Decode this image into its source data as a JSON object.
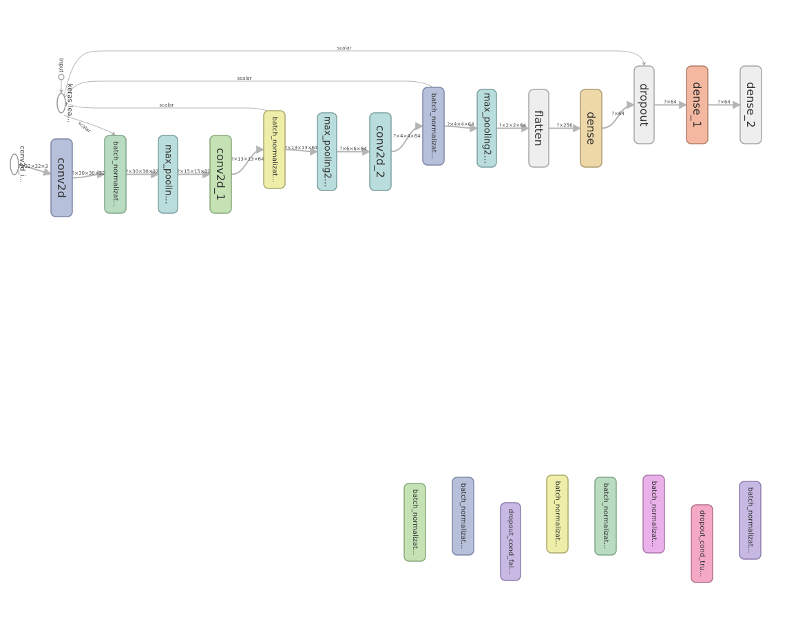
{
  "colors": {
    "edge": "#b5b5b5",
    "stroke": "#8a8a8a"
  },
  "nodes": [
    {
      "id": "conv2d_input",
      "label": "conv2d_i...",
      "kind": "ellipse"
    },
    {
      "id": "input",
      "label": "input",
      "kind": "small-circle"
    },
    {
      "id": "keras_learning",
      "label": "keras_lea...",
      "kind": "ellipse"
    },
    {
      "id": "conv2d",
      "label": "conv2d",
      "fill": "#b6c0db",
      "stroke": "#7e87a6"
    },
    {
      "id": "bn",
      "label": "batch_normalizat...",
      "fill": "#b9dcc0",
      "stroke": "#7ea587"
    },
    {
      "id": "max_pool",
      "label": "max_poolin...",
      "fill": "#b9dcdc",
      "stroke": "#7ea0a0"
    },
    {
      "id": "conv2d_1",
      "label": "conv2d_1",
      "fill": "#c4e2b4",
      "stroke": "#88a77a"
    },
    {
      "id": "bn_1",
      "label": "batch_normalizat...",
      "fill": "#eeeea8",
      "stroke": "#aaa86e"
    },
    {
      "id": "max_pool_1",
      "label": "max_pooling2...",
      "fill": "#b9dcdc",
      "stroke": "#7ea0a0"
    },
    {
      "id": "conv2d_2",
      "label": "conv2d_2",
      "fill": "#b9dcdc",
      "stroke": "#7ea0a0"
    },
    {
      "id": "bn_2",
      "label": "batch_normalizat...",
      "fill": "#b6c0db",
      "stroke": "#7e87a6"
    },
    {
      "id": "max_pool_2",
      "label": "max_pooling2...",
      "fill": "#b9dcdc",
      "stroke": "#7ea0a0"
    },
    {
      "id": "flatten",
      "label": "flatten",
      "fill": "#eeeeee",
      "stroke": "#a6a6a6"
    },
    {
      "id": "dense",
      "label": "dense",
      "fill": "#eed8a8",
      "stroke": "#ab9a6e"
    },
    {
      "id": "dropout",
      "label": "dropout",
      "fill": "#eeeeee",
      "stroke": "#a6a6a6"
    },
    {
      "id": "dense_1",
      "label": "dense_1",
      "fill": "#f4b8a0",
      "stroke": "#b17e69"
    },
    {
      "id": "dense_2",
      "label": "dense_2",
      "fill": "#eeeeee",
      "stroke": "#a6a6a6"
    },
    {
      "id": "aux_bn_a",
      "label": "batch_normalizat...",
      "fill": "#c4e2b4",
      "stroke": "#88a77a"
    },
    {
      "id": "aux_bn_b",
      "label": "batch_normalizat...",
      "fill": "#b6c0db",
      "stroke": "#7e87a6"
    },
    {
      "id": "aux_dropout_f",
      "label": "dropout_cond_fal...",
      "fill": "#c7b8e4",
      "stroke": "#8c7cab"
    },
    {
      "id": "aux_bn_c",
      "label": "batch_normalizat...",
      "fill": "#eeeea8",
      "stroke": "#aaa86e"
    },
    {
      "id": "aux_bn_d",
      "label": "batch_normalizat...",
      "fill": "#b9dcc0",
      "stroke": "#7ea587"
    },
    {
      "id": "aux_bn_e",
      "label": "batch_normalizat...",
      "fill": "#eab0ea",
      "stroke": "#a97aa9"
    },
    {
      "id": "aux_dropout_t",
      "label": "dropout_cond_tru...",
      "fill": "#f4a8c4",
      "stroke": "#b07089"
    },
    {
      "id": "aux_bn_f",
      "label": "batch_normalizat...",
      "fill": "#c7b8e4",
      "stroke": "#8c7cab"
    }
  ],
  "edges": [
    {
      "id": "e_in_conv2d",
      "label": "?×32×32×3",
      "from": "conv2d_input",
      "to": "conv2d"
    },
    {
      "id": "e_conv2d_bn",
      "label": "?×30×30×32",
      "from": "conv2d",
      "to": "bn"
    },
    {
      "id": "e_bn_mp",
      "label": "?×30×30×32",
      "from": "bn",
      "to": "max_pool"
    },
    {
      "id": "e_mp_conv1",
      "label": "?×15×15×32",
      "from": "max_pool",
      "to": "conv2d_1"
    },
    {
      "id": "e_conv1_bn1",
      "label": "?×13×13×64",
      "from": "conv2d_1",
      "to": "bn_1"
    },
    {
      "id": "e_bn1_mp1",
      "label": "?×13×13×64",
      "from": "bn_1",
      "to": "max_pool_1"
    },
    {
      "id": "e_mp1_conv2",
      "label": "?×6×6×64",
      "from": "max_pool_1",
      "to": "conv2d_2"
    },
    {
      "id": "e_conv2_bn2",
      "label": "?×4×4×64",
      "from": "conv2d_2",
      "to": "bn_2"
    },
    {
      "id": "e_bn2_mp2",
      "label": "?×4×4×64",
      "from": "bn_2",
      "to": "max_pool_2"
    },
    {
      "id": "e_mp2_flat",
      "label": "?×2×2×64",
      "from": "max_pool_2",
      "to": "flatten"
    },
    {
      "id": "e_flat_dense",
      "label": "?×256",
      "from": "flatten",
      "to": "dense"
    },
    {
      "id": "e_dense_drop",
      "label": "?×64",
      "from": "dense",
      "to": "dropout"
    },
    {
      "id": "e_drop_d1",
      "label": "?×64",
      "from": "dropout",
      "to": "dense_1"
    },
    {
      "id": "e_d1_d2",
      "label": "?×64",
      "from": "dense_1",
      "to": "dense_2"
    },
    {
      "id": "e_input_keras",
      "label": "",
      "from": "input",
      "to": "keras_learning"
    },
    {
      "id": "e_k_bn",
      "label": "scalar",
      "from": "keras_learning",
      "to": "bn"
    },
    {
      "id": "e_k_bn1",
      "label": "scalar",
      "from": "keras_learning",
      "to": "bn_1"
    },
    {
      "id": "e_k_bn2",
      "label": "scalar",
      "from": "keras_learning",
      "to": "bn_2"
    },
    {
      "id": "e_k_drop",
      "label": "scalar",
      "from": "keras_learning",
      "to": "dropout"
    }
  ]
}
